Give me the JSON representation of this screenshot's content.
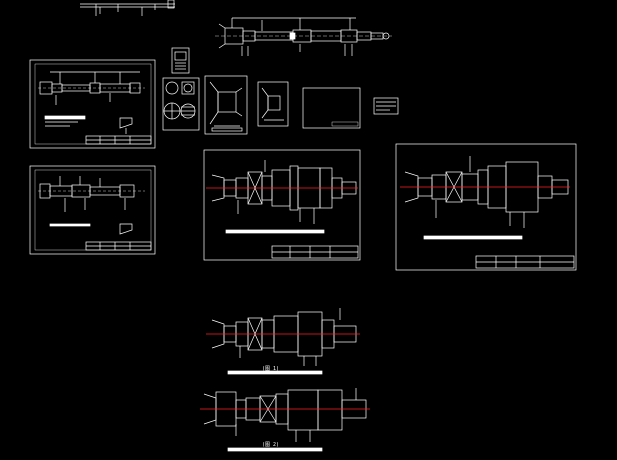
{
  "viewport": {
    "background": "#000000",
    "line_color": "#ffffff",
    "axis_color": "#ff2020"
  },
  "labels": {
    "caption_fig_a": "(图 1)",
    "caption_fig_b": "(图 2)"
  },
  "sheets": [
    {
      "id": "sheet-a",
      "kind": "shaft-drawing"
    },
    {
      "id": "sheet-b",
      "kind": "shaft-drawing"
    },
    {
      "id": "sheet-c",
      "kind": "assembly-drawing"
    },
    {
      "id": "sheet-d",
      "kind": "assembly-drawing"
    },
    {
      "id": "sheet-blank",
      "kind": "empty-frame"
    }
  ]
}
